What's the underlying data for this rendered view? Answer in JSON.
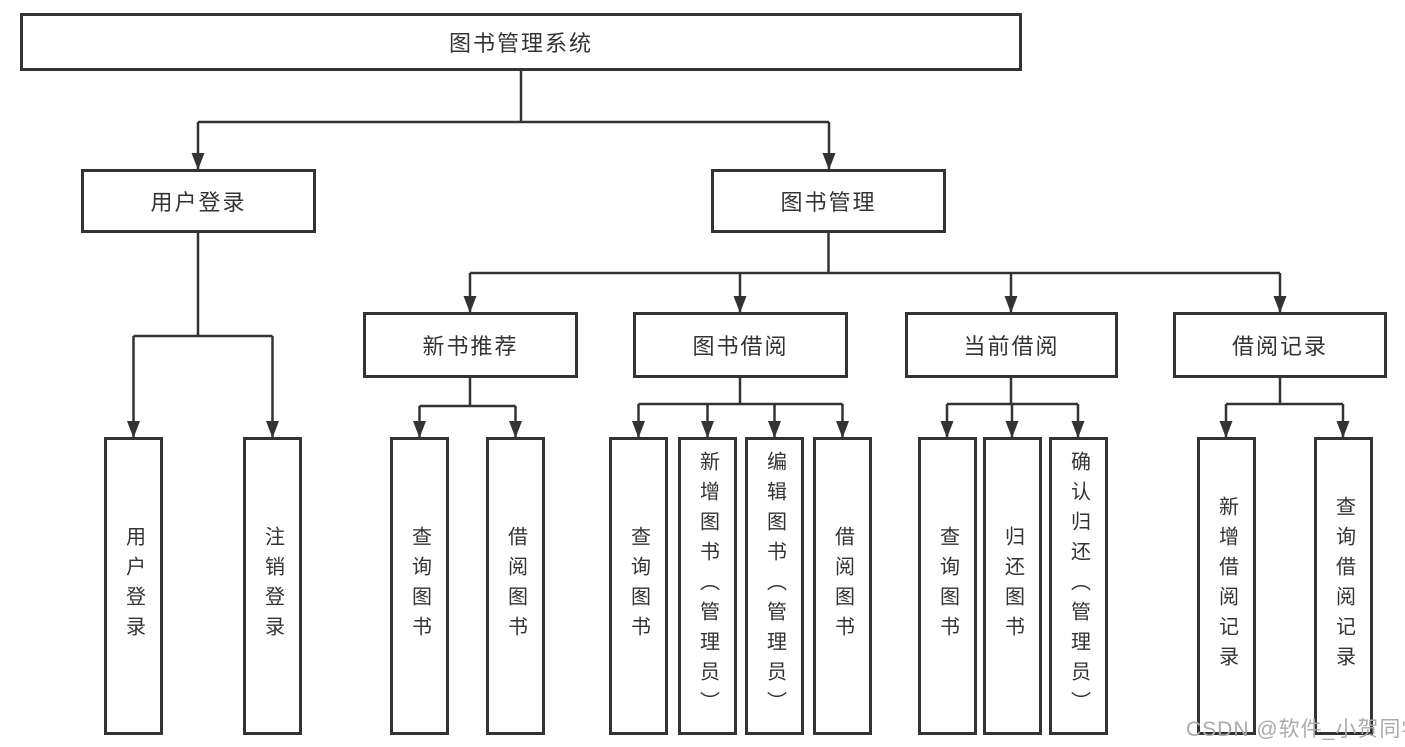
{
  "diagram_type": "hierarchy-tree",
  "root": {
    "label": "图书管理系统"
  },
  "level2": {
    "user_login": {
      "label": "用户登录",
      "parent": "图书管理系统"
    },
    "book_management": {
      "label": "图书管理",
      "parent": "图书管理系统"
    }
  },
  "level3": {
    "new_book_recommend": {
      "label": "新书推荐",
      "parent": "图书管理"
    },
    "book_borrow": {
      "label": "图书借阅",
      "parent": "图书管理"
    },
    "current_borrow": {
      "label": "当前借阅",
      "parent": "图书管理"
    },
    "borrow_records": {
      "label": "借阅记录",
      "parent": "图书管理"
    }
  },
  "leaves": {
    "login": {
      "label": "用户登录",
      "parent": "用户登录"
    },
    "logout": {
      "label": "注销登录",
      "parent": "用户登录"
    },
    "recommend_query_books": {
      "label": "查询图书",
      "parent": "新书推荐"
    },
    "recommend_borrow_books": {
      "label": "借阅图书",
      "parent": "新书推荐"
    },
    "borrow_query_books": {
      "label": "查询图书",
      "parent": "图书借阅"
    },
    "borrow_add_books": {
      "label": "新增图书（管理员）",
      "parent": "图书借阅"
    },
    "borrow_edit_books": {
      "label": "编辑图书（管理员）",
      "parent": "图书借阅"
    },
    "borrow_borrow_books": {
      "label": "借阅图书",
      "parent": "图书借阅"
    },
    "current_query_books": {
      "label": "查询图书",
      "parent": "当前借阅"
    },
    "current_return_books": {
      "label": "归还图书",
      "parent": "当前借阅"
    },
    "current_confirm_return": {
      "label": "确认归还（管理员）",
      "parent": "当前借阅"
    },
    "records_add_record": {
      "label": "新增借阅记录",
      "parent": "借阅记录"
    },
    "records_query_record": {
      "label": "查询借阅记录",
      "parent": "借阅记录"
    }
  },
  "watermark": {
    "text": "CSDN @软件_小贺同学"
  },
  "colors": {
    "line": "#333333",
    "box_border": "#333333",
    "box_background": "#ffffff",
    "text": "#333333",
    "watermark_text": "#ababab",
    "page_background": "#ffffff"
  }
}
